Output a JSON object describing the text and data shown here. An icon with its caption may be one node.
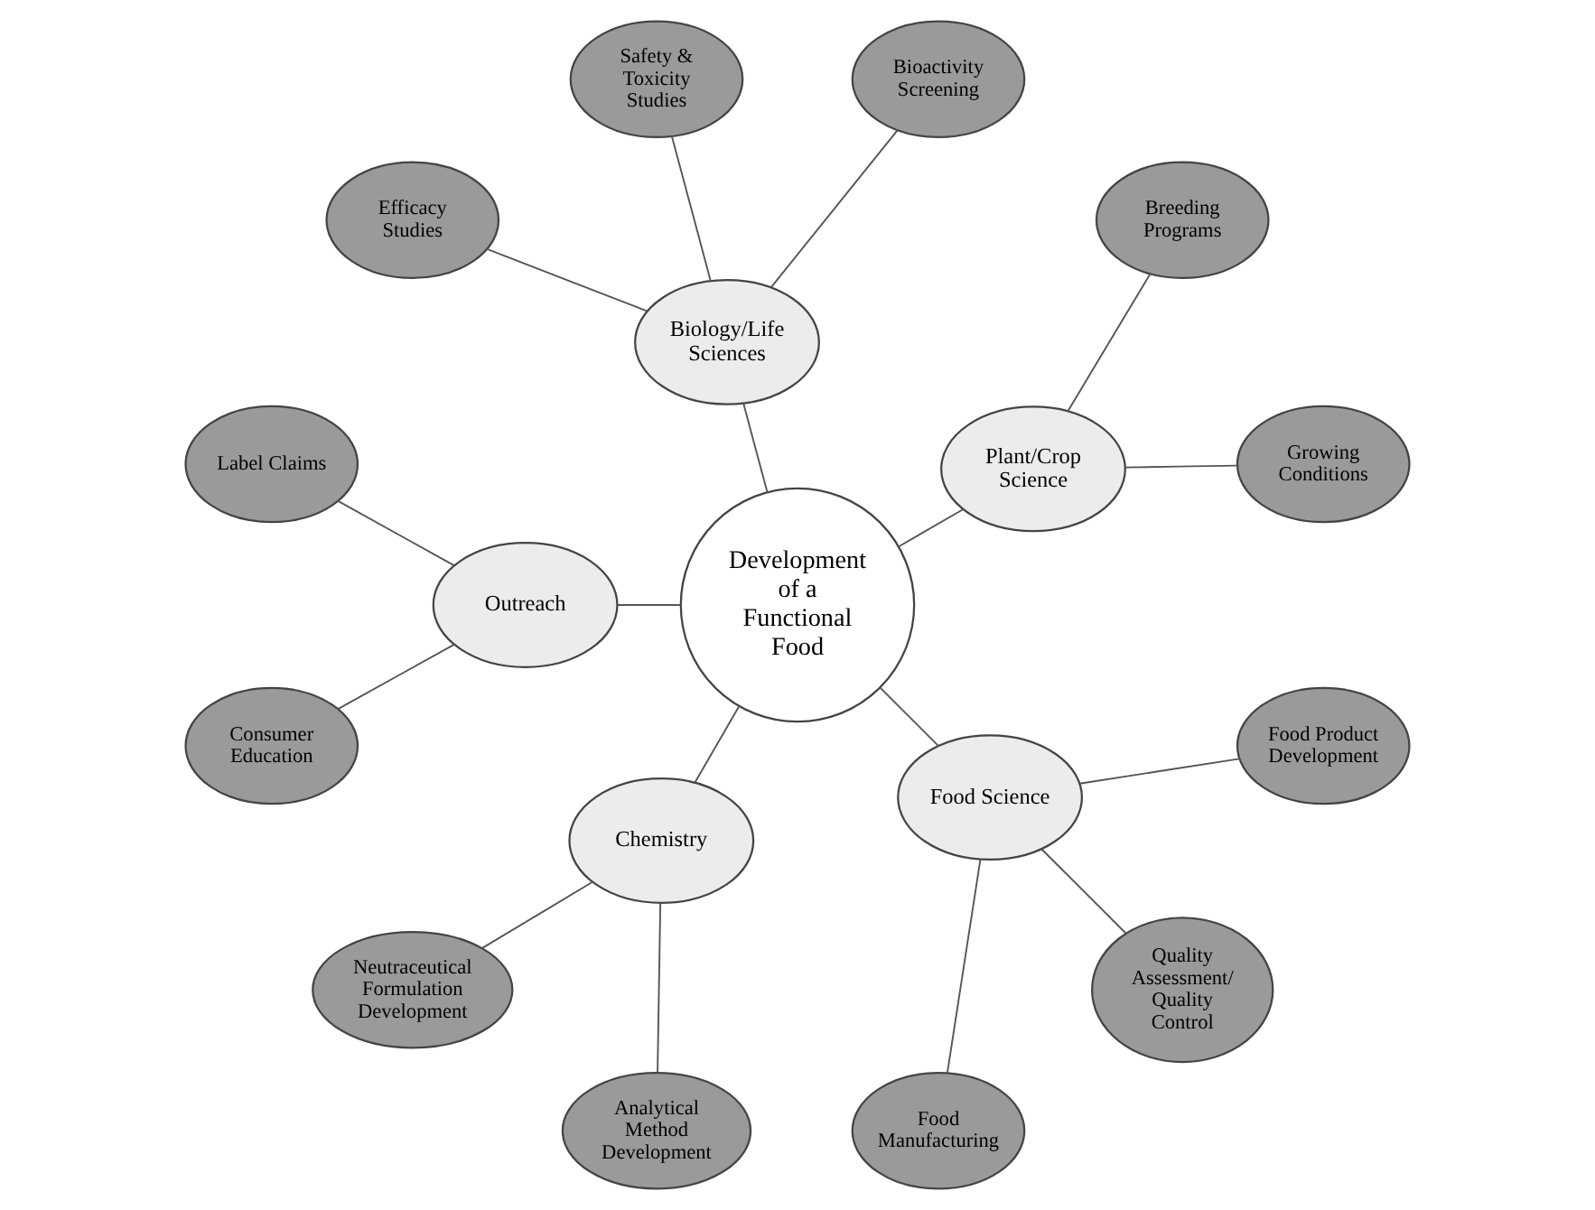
{
  "diagram": {
    "nodes": [
      {
        "text": [
          "Development of a Functional Food"
        ]
      },
      {
        "text": [
          "Plant/Crop Science"
        ]
      },
      {
        "text": [
          "Growing Conditions"
        ]
      },
      {
        "text": [
          "Breeding Programs"
        ]
      },
      {
        "text": [
          "Biology/Life Sciences"
        ]
      },
      {
        "text": [
          "Bioactivity Screening"
        ]
      },
      {
        "text": [
          "Safety & Toxicity Studies"
        ]
      },
      {
        "text": [
          "Efficacy Studies"
        ]
      },
      {
        "text": [
          "Outreach"
        ]
      },
      {
        "text": [
          "Label Claims"
        ]
      },
      {
        "text": [
          "Consumer Education"
        ]
      },
      {
        "text": [
          "Chemistry"
        ]
      },
      {
        "text": [
          "Neutraceutical Formulation Development"
        ]
      },
      {
        "text": [
          "Analytical Method Development"
        ]
      },
      {
        "text": [
          "Food Science"
        ]
      },
      {
        "text": [
          "Food Manufacturing"
        ]
      },
      {
        "text": [
          "Quality Assessment/ Quality Control"
        ]
      },
      {
        "text": [
          "Food Product Development"
        ]
      }
    ],
    "edges": [
      {
        "from": 0,
        "to": 1,
        "arrow": "none"
      },
      {
        "from": 1,
        "to": 2,
        "arrow": "none"
      },
      {
        "from": 1,
        "to": 3,
        "arrow": "none"
      },
      {
        "from": 0,
        "to": 4,
        "arrow": "none"
      },
      {
        "from": 4,
        "to": 5,
        "arrow": "none"
      },
      {
        "from": 4,
        "to": 6,
        "arrow": "none"
      },
      {
        "from": 4,
        "to": 7,
        "arrow": "none"
      },
      {
        "from": 0,
        "to": 8,
        "arrow": "none"
      },
      {
        "from": 8,
        "to": 9,
        "arrow": "none"
      },
      {
        "from": 8,
        "to": 10,
        "arrow": "none"
      },
      {
        "from": 0,
        "to": 11,
        "arrow": "none"
      },
      {
        "from": 11,
        "to": 12,
        "arrow": "none"
      },
      {
        "from": 11,
        "to": 13,
        "arrow": "none"
      },
      {
        "from": 0,
        "to": 14,
        "arrow": "none"
      },
      {
        "from": 14,
        "to": 15,
        "arrow": "none"
      },
      {
        "from": 14,
        "to": 16,
        "arrow": "none"
      },
      {
        "from": 14,
        "to": 17,
        "arrow": "none"
      }
    ]
  }
}
